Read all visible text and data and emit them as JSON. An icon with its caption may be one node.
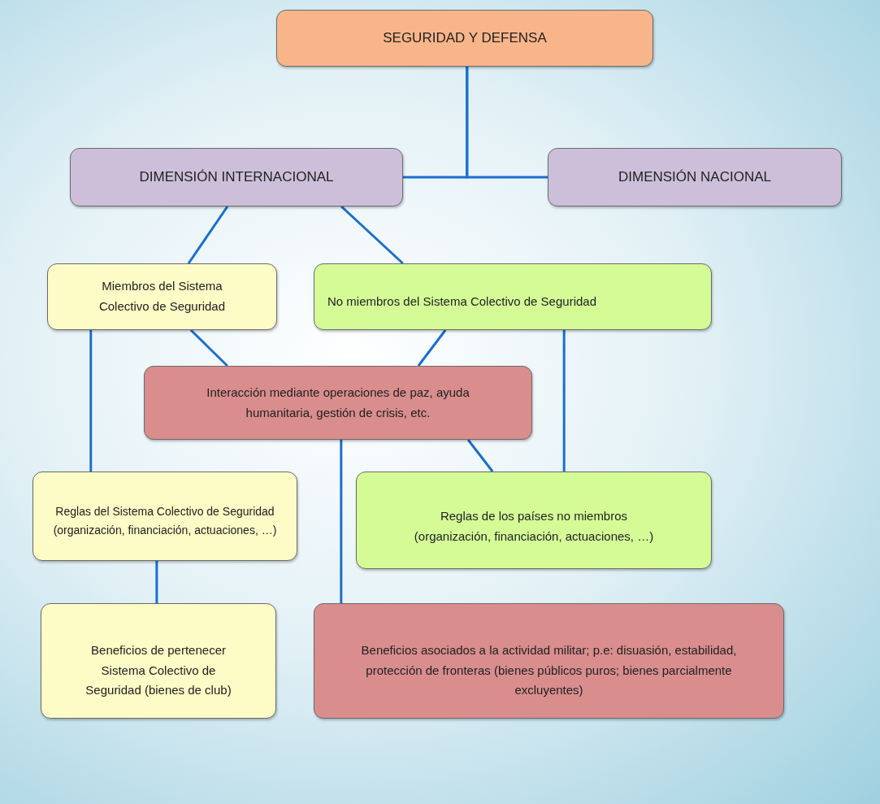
{
  "diagram": {
    "nodes": [
      {
        "text": [
          "SEGURIDAD Y DEFENSA"
        ]
      },
      {
        "text": [
          "DIMENSIÓN INTERNACIONAL"
        ]
      },
      {
        "text": [
          "DIMENSIÓN NACIONAL"
        ]
      },
      {
        "text": [
          "Miembros del Sistema Colectivo de Seguridad"
        ]
      },
      {
        "text": [
          "No miembros del Sistema Colectivo de Seguridad"
        ]
      },
      {
        "text": [
          "Interacción mediante operaciones de paz, ayuda humanitaria, gestión de crisis, etc."
        ]
      },
      {
        "text": [
          "Reglas del Sistema Colectivo de Seguridad (organización, financiación, actuaciones, …)"
        ]
      },
      {
        "text": [
          "Reglas de los países no miembros (organización, financiación, actuaciones, …)"
        ]
      },
      {
        "text": [
          "Beneficios de pertenecer Sistema Colectivo de Seguridad (bienes de club)"
        ]
      },
      {
        "text": [
          "Beneficios asociados a la actividad militar; p.e: disuasión, estabilidad, protección de fronteras (bienes públicos puros; bienes parcialmente excluyentes)"
        ]
      }
    ],
    "edges": [
      {
        "from": 0,
        "to": 1,
        "arrow": "none"
      },
      {
        "from": 0,
        "to": 2,
        "arrow": "none"
      },
      {
        "from": 1,
        "to": 3,
        "arrow": "none"
      },
      {
        "from": 1,
        "to": 4,
        "arrow": "none"
      },
      {
        "from": 3,
        "to": 5,
        "arrow": "none"
      },
      {
        "from": 4,
        "to": 5,
        "arrow": "none"
      },
      {
        "from": 3,
        "to": 6,
        "arrow": "none"
      },
      {
        "from": 4,
        "to": 7,
        "arrow": "none"
      },
      {
        "from": 5,
        "to": 7,
        "arrow": "none"
      },
      {
        "from": 5,
        "to": 9,
        "arrow": "none"
      },
      {
        "from": 6,
        "to": 8,
        "arrow": "none"
      }
    ]
  }
}
